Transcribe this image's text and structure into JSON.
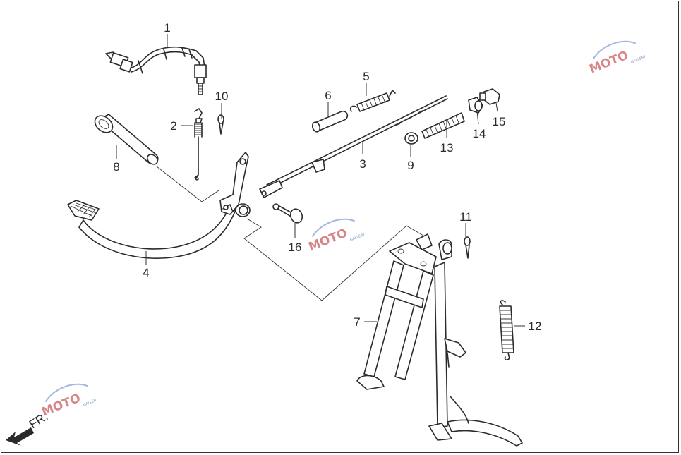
{
  "parts": [
    {
      "number": "1"
    },
    {
      "number": "2"
    },
    {
      "number": "3"
    },
    {
      "number": "4"
    },
    {
      "number": "5"
    },
    {
      "number": "6"
    },
    {
      "number": "7"
    },
    {
      "number": "8"
    },
    {
      "number": "9"
    },
    {
      "number": "10"
    },
    {
      "number": "11"
    },
    {
      "number": "12"
    },
    {
      "number": "13"
    },
    {
      "number": "14"
    },
    {
      "number": "15"
    },
    {
      "number": "16"
    }
  ],
  "direction": {
    "label": "FR."
  },
  "watermark": {
    "text": "MOTO",
    "subtext": "GALLERY"
  }
}
